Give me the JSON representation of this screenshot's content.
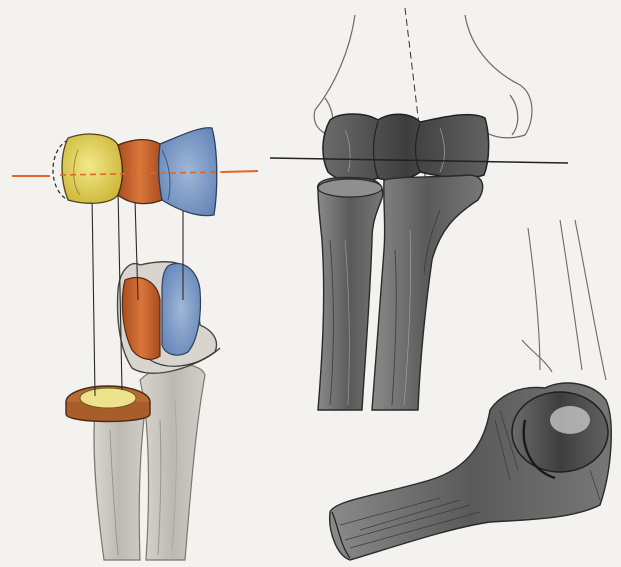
{
  "figure": {
    "panels": [
      {
        "name": "exploded-joint-surfaces",
        "parts": [
          "capitulum-humeri",
          "trochlea-humeri",
          "head-of-radius",
          "trochlear-notch-of-ulna"
        ]
      },
      {
        "name": "elbow-joint-front-view",
        "parts": [
          "humerus",
          "radius",
          "ulna",
          "axis-line"
        ]
      },
      {
        "name": "elbow-joint-side-view",
        "parts": [
          "humerus",
          "olecranon",
          "forearm"
        ]
      }
    ],
    "colors": {
      "background": "#f4f2ee",
      "capitulum": "#e2d45a",
      "trochlea-middle": "#c8642a",
      "trochlea-medial": "#6f8fbf",
      "radial-head": "#c67a3a",
      "axis-line": "#e0662a",
      "bone-shade": "#555555",
      "outline": "#2e2e2e"
    }
  }
}
